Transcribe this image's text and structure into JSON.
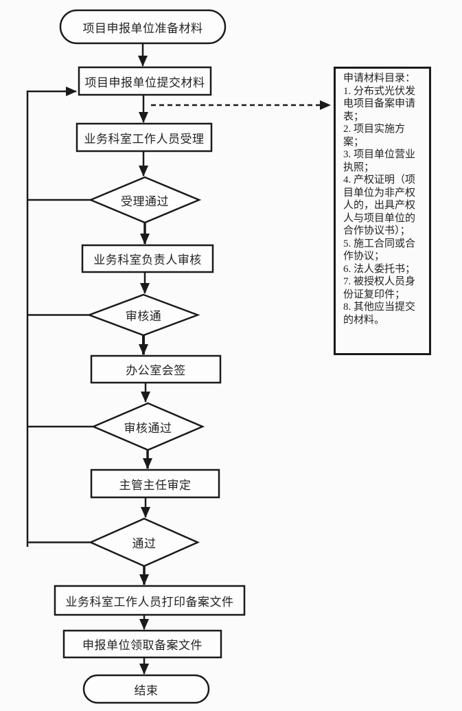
{
  "diagram": {
    "nodes": {
      "start": {
        "label": "项目申报单位准备材料",
        "type": "terminator"
      },
      "submit": {
        "label": "项目申报单位提交材料",
        "type": "process"
      },
      "accept": {
        "label": "业务科室工作人员受理",
        "type": "process"
      },
      "decision1": {
        "label": "受理通过",
        "type": "decision"
      },
      "review": {
        "label": "业务科室负责人审核",
        "type": "process"
      },
      "decision2": {
        "label": "审核通",
        "type": "decision"
      },
      "countersign": {
        "label": "办公室会签",
        "type": "process"
      },
      "decision3": {
        "label": "审核通过",
        "type": "decision"
      },
      "director": {
        "label": "主管主任审定",
        "type": "process"
      },
      "decision4": {
        "label": "通过",
        "type": "decision"
      },
      "print": {
        "label": "业务科室工作人员打印备案文件",
        "type": "process"
      },
      "collect": {
        "label": "申报单位领取备案文件",
        "type": "process"
      },
      "end": {
        "label": "结束",
        "type": "terminator"
      }
    },
    "note": {
      "title": "申请材料目录：",
      "items": [
        "1. 分布式光伏发电项目备案申请表；",
        "2. 项目实施方案；",
        "3. 项目单位营业执照；",
        "4. 产权证明（项目单位为非产权人的，出具产权人与项目单位的合作协议书）；",
        "5. 施工合同或合作协议；",
        "6. 法人委托书；",
        "7. 被授权人员身份证复印件；",
        "8. 其他应当提交的材料。"
      ]
    },
    "colors": {
      "line": "#1a1a1a",
      "text": "#232323",
      "background": "#fbfbfb"
    }
  }
}
